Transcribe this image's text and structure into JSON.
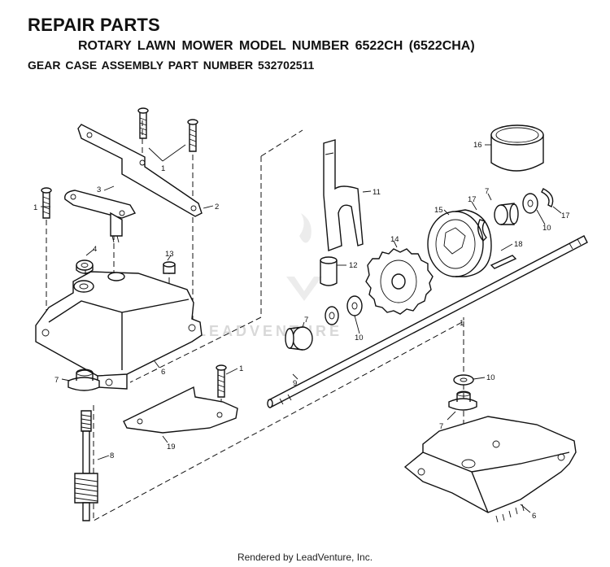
{
  "header": {
    "title": "REPAIR PARTS",
    "subtitle": "ROTARY LAWN MOWER MODEL NUMBER 6522CH (6522CHA)",
    "assembly": "GEAR CASE ASSEMBLY PART NUMBER 532702511"
  },
  "watermark": "LEADVENTURE",
  "footer": "Rendered by LeadVenture, Inc.",
  "callouts": {
    "c1a": "1",
    "c1b": "1",
    "c1c": "1",
    "c1d": "1",
    "c2": "2",
    "c3": "3",
    "c4": "4",
    "c6a": "6",
    "c6b": "6",
    "c7a": "7",
    "c7b": "7",
    "c7c": "7",
    "c7d": "7",
    "c8": "8",
    "c9": "9",
    "c10a": "10",
    "c10b": "10",
    "c10c": "10",
    "c11": "11",
    "c12": "12",
    "c13": "13",
    "c14": "14",
    "c15": "15",
    "c16": "16",
    "c17a": "17",
    "c17b": "17",
    "c18": "18",
    "c19": "19"
  }
}
